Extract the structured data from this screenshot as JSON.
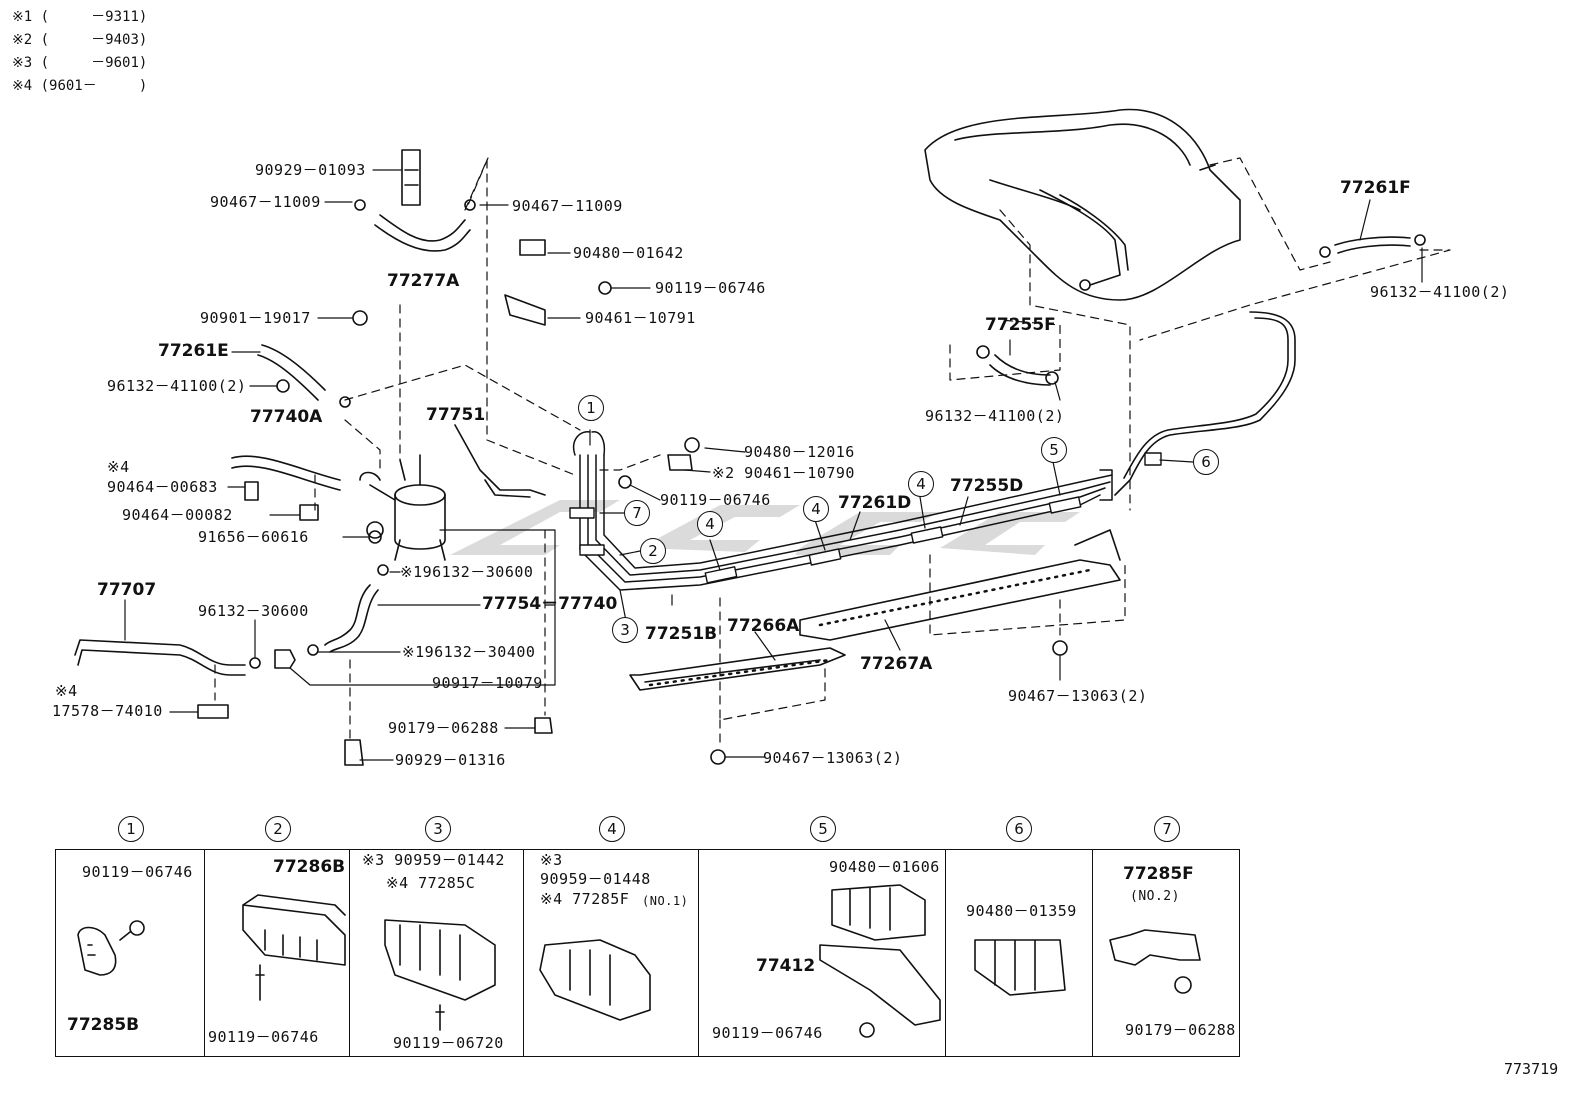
{
  "notes": [
    "※1 (     －9311)",
    "※2 (     －9403)",
    "※3 (     －9601)",
    "※4 (9601－     )"
  ],
  "labels": {
    "l01": "90929－01093",
    "l02": "90467－11009",
    "l03": "90467－11009",
    "l04": "77277A",
    "l05": "90480－01642",
    "l06": "90119－06746",
    "l07": "90461－10791",
    "l08": "90901－19017",
    "l09": "77261E",
    "l10": "96132－41100(2)",
    "l11": "77740A",
    "l12": "※4",
    "l13": "90464－00683",
    "l14": "90464－00082",
    "l15": "91656－60616",
    "l16": "77751",
    "l17": "90480－12016",
    "l18": "※2 90461－10790",
    "l19": "90119－06746",
    "l20": "77261D",
    "l21": "77255D",
    "l22": "77261F",
    "l23": "96132－41100(2)",
    "l24": "77255F",
    "l25": "96132－41100(2)",
    "l26": "※196132－30600",
    "l27": "77754－77740",
    "l28": "77707",
    "l29": "96132－30600",
    "l30": "※196132－30400",
    "l31": "90917－10079",
    "l32": "※4",
    "l33": "17578－74010",
    "l34": "90179－06288",
    "l35": "90929－01316",
    "l36": "77251B",
    "l37": "77266A",
    "l38": "77267A",
    "l39": "90467－13063(2)",
    "l40": "90467－13063(2)"
  },
  "callouts": {
    "c1": "1",
    "c2": "2",
    "c3": "3",
    "c4a": "4",
    "c4b": "4",
    "c4c": "4",
    "c5": "5",
    "c6": "6",
    "c7": "7"
  },
  "panels": [
    {
      "num": "1",
      "labels": [
        "90119－06746",
        "77285B"
      ]
    },
    {
      "num": "2",
      "labels": [
        "77286B",
        "90119－06746"
      ]
    },
    {
      "num": "3",
      "labels": [
        "※3 90959－01442",
        "※4 77285C",
        "90119－06720"
      ]
    },
    {
      "num": "4",
      "labels": [
        "※3",
        "90959－01448",
        "※4 77285F",
        "(NO.1)"
      ]
    },
    {
      "num": "5",
      "labels": [
        "90480－01606",
        "77412",
        "90119－06746"
      ]
    },
    {
      "num": "6",
      "labels": [
        "90480－01359"
      ]
    },
    {
      "num": "7",
      "labels": [
        "77285F",
        "(NO.2)",
        "90179－06288"
      ]
    }
  ],
  "diagram_id": "773719"
}
